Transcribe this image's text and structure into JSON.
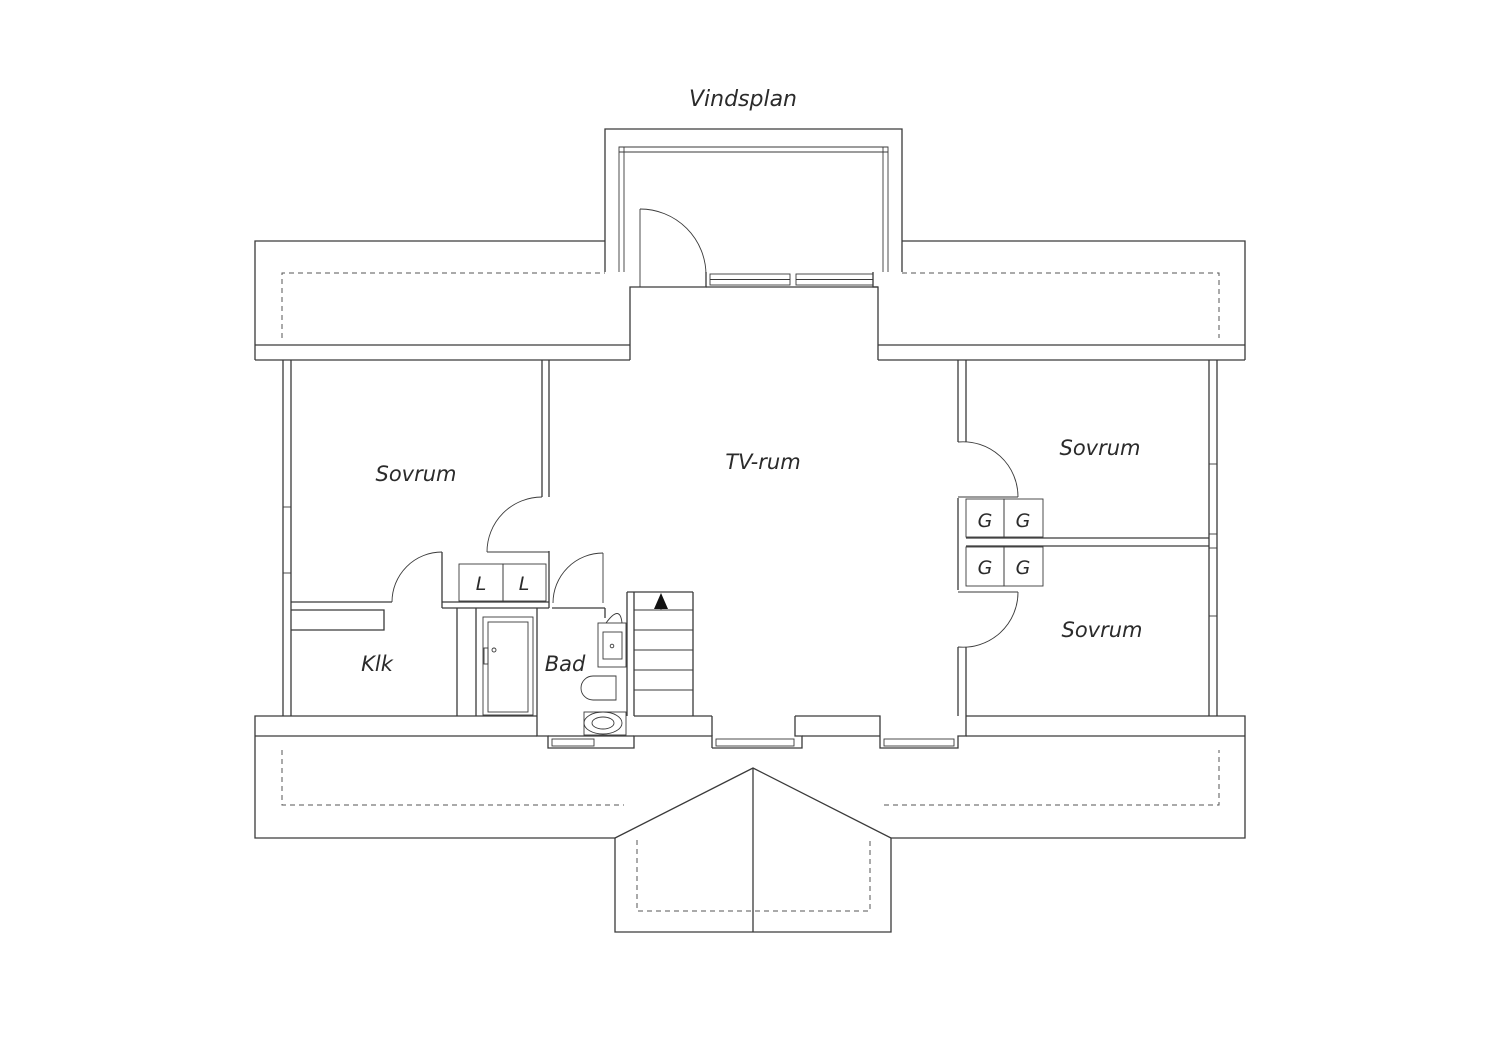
{
  "plan": {
    "title": "Vindsplan",
    "rooms": {
      "tv_room": "TV-rum",
      "bedroom_west": "Sovrum",
      "bedroom_east_upper": "Sovrum",
      "bedroom_east_lower": "Sovrum",
      "closet": "Klk",
      "bath": "Bad"
    },
    "storage": {
      "linen_1": "L",
      "linen_2": "L",
      "wardrobe_1": "G",
      "wardrobe_2": "G",
      "wardrobe_3": "G",
      "wardrobe_4": "G"
    }
  }
}
